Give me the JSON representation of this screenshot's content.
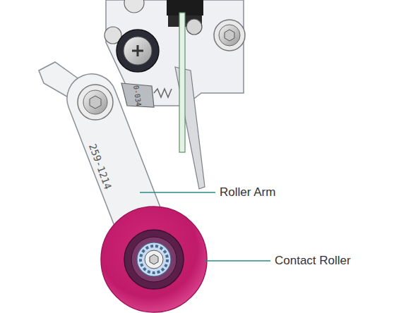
{
  "diagram": {
    "labels": [
      "0-034",
      "259-1214",
      "Roller Arm",
      "Contact Roller"
    ]
  }
}
